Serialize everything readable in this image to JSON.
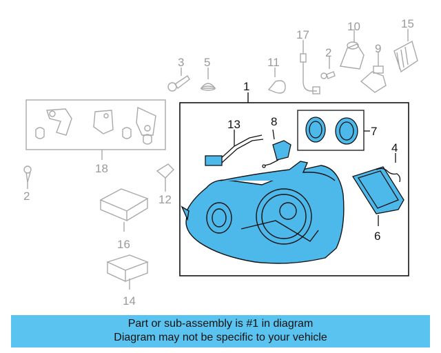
{
  "diagram": {
    "callouts": {
      "c1": "1",
      "c2a": "2",
      "c2b": "2",
      "c3": "3",
      "c4": "4",
      "c5": "5",
      "c6": "6",
      "c7": "7",
      "c8": "8",
      "c9": "9",
      "c10": "10",
      "c11": "11",
      "c12": "12",
      "c13": "13",
      "c14": "14",
      "c15": "15",
      "c16": "16",
      "c17": "17",
      "c18": "18"
    },
    "colors": {
      "highlight": "#4db8ea",
      "line_dark": "#111111",
      "line_grey": "#a8a8a8"
    }
  },
  "banner": {
    "line1": "Part or sub-assembly is #1 in diagram",
    "line2": "Diagram may not be specific to your vehicle",
    "color": "#5ac3ef"
  }
}
